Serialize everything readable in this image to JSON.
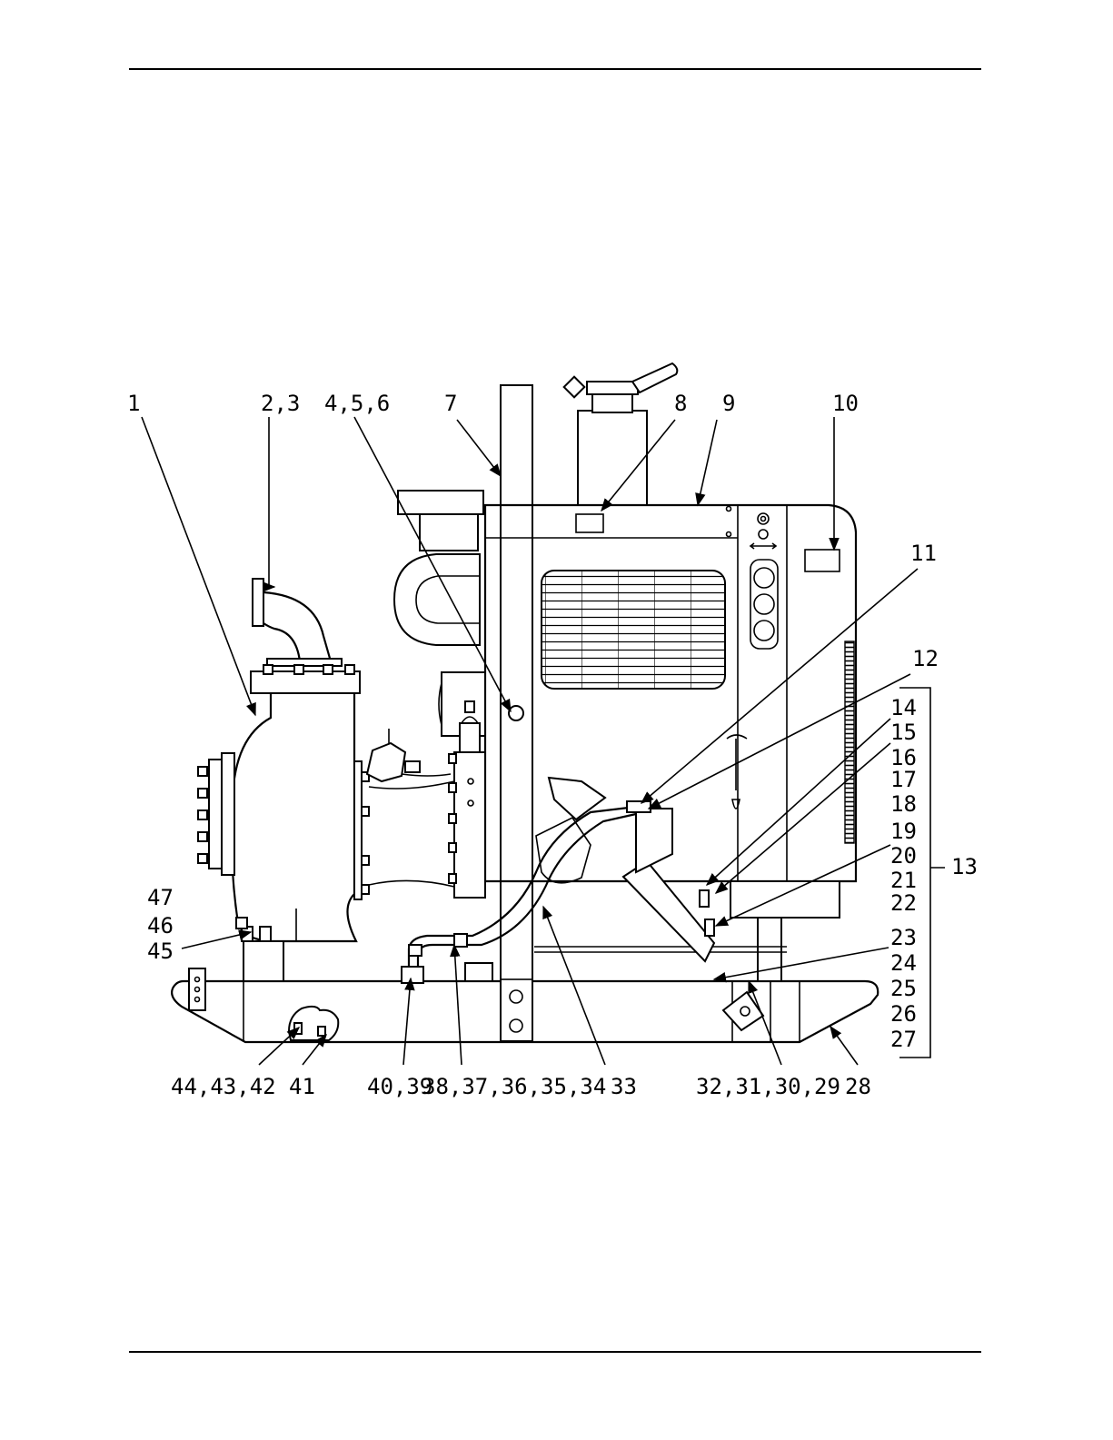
{
  "callouts": [
    {
      "label": "1"
    },
    {
      "label": "2,3"
    },
    {
      "label": "4,5,6"
    },
    {
      "label": "7"
    },
    {
      "label": "8"
    },
    {
      "label": "9"
    },
    {
      "label": "10"
    },
    {
      "label": "11"
    },
    {
      "label": "12"
    },
    {
      "label": "14"
    },
    {
      "label": "15"
    },
    {
      "label": "16"
    },
    {
      "label": "17"
    },
    {
      "label": "18"
    },
    {
      "label": "19"
    },
    {
      "label": "20"
    },
    {
      "label": "21"
    },
    {
      "label": "22"
    },
    {
      "label": "23"
    },
    {
      "label": "24"
    },
    {
      "label": "25"
    },
    {
      "label": "26"
    },
    {
      "label": "27"
    },
    {
      "label": "13"
    },
    {
      "label": "47"
    },
    {
      "label": "46"
    },
    {
      "label": "45"
    },
    {
      "label": "44,43,42"
    },
    {
      "label": "41"
    },
    {
      "label": "40,39"
    },
    {
      "label": "38,37,36,35,34"
    },
    {
      "label": "33"
    },
    {
      "label": "32,31,30,29"
    },
    {
      "label": "28"
    }
  ]
}
